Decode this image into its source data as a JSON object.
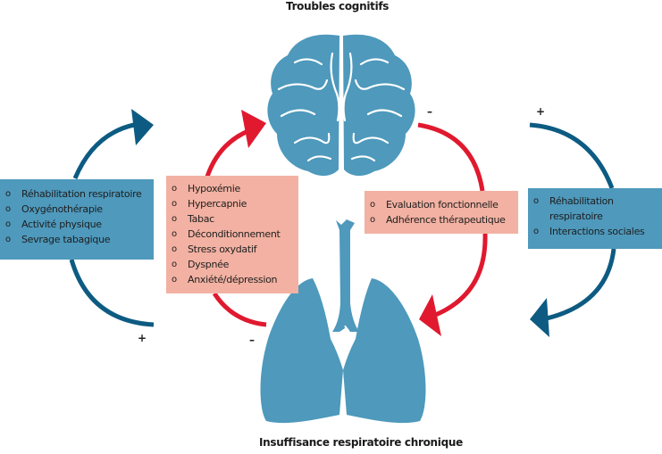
{
  "titles": {
    "top": "Troubles cognitifs",
    "bottom": "Insuffisance respiratoire chronique"
  },
  "boxes": {
    "left": {
      "items": [
        "Réhabilitation respiratoire",
        "Oxygénothérapie",
        "Activité physique",
        "Sevrage tabagique"
      ]
    },
    "center": {
      "items": [
        "Hypoxémie",
        "Hypercapnie",
        "Tabac",
        "Déconditionnement",
        "Stress oxydatif",
        "Dyspnée",
        "Anxiété/dépression"
      ]
    },
    "mid_right": {
      "items": [
        "Evaluation fonctionnelle",
        "Adhérence thérapeutique"
      ]
    },
    "right": {
      "items": [
        "Réhabilitation respiratoire",
        "Interactions sociales"
      ]
    }
  },
  "signs": {
    "left_bottom": "+",
    "center_bottom": "–",
    "mid_right_top": "–",
    "right_top": "+"
  },
  "colors": {
    "dark_blue": "#0d5b82",
    "organ_blue": "#4e99bc",
    "red": "#e0192f",
    "pink_box": "#f2b1a2",
    "blue_box": "#4e99bc"
  },
  "icons": {
    "brain": "brain-icon",
    "lungs": "lungs-icon"
  }
}
